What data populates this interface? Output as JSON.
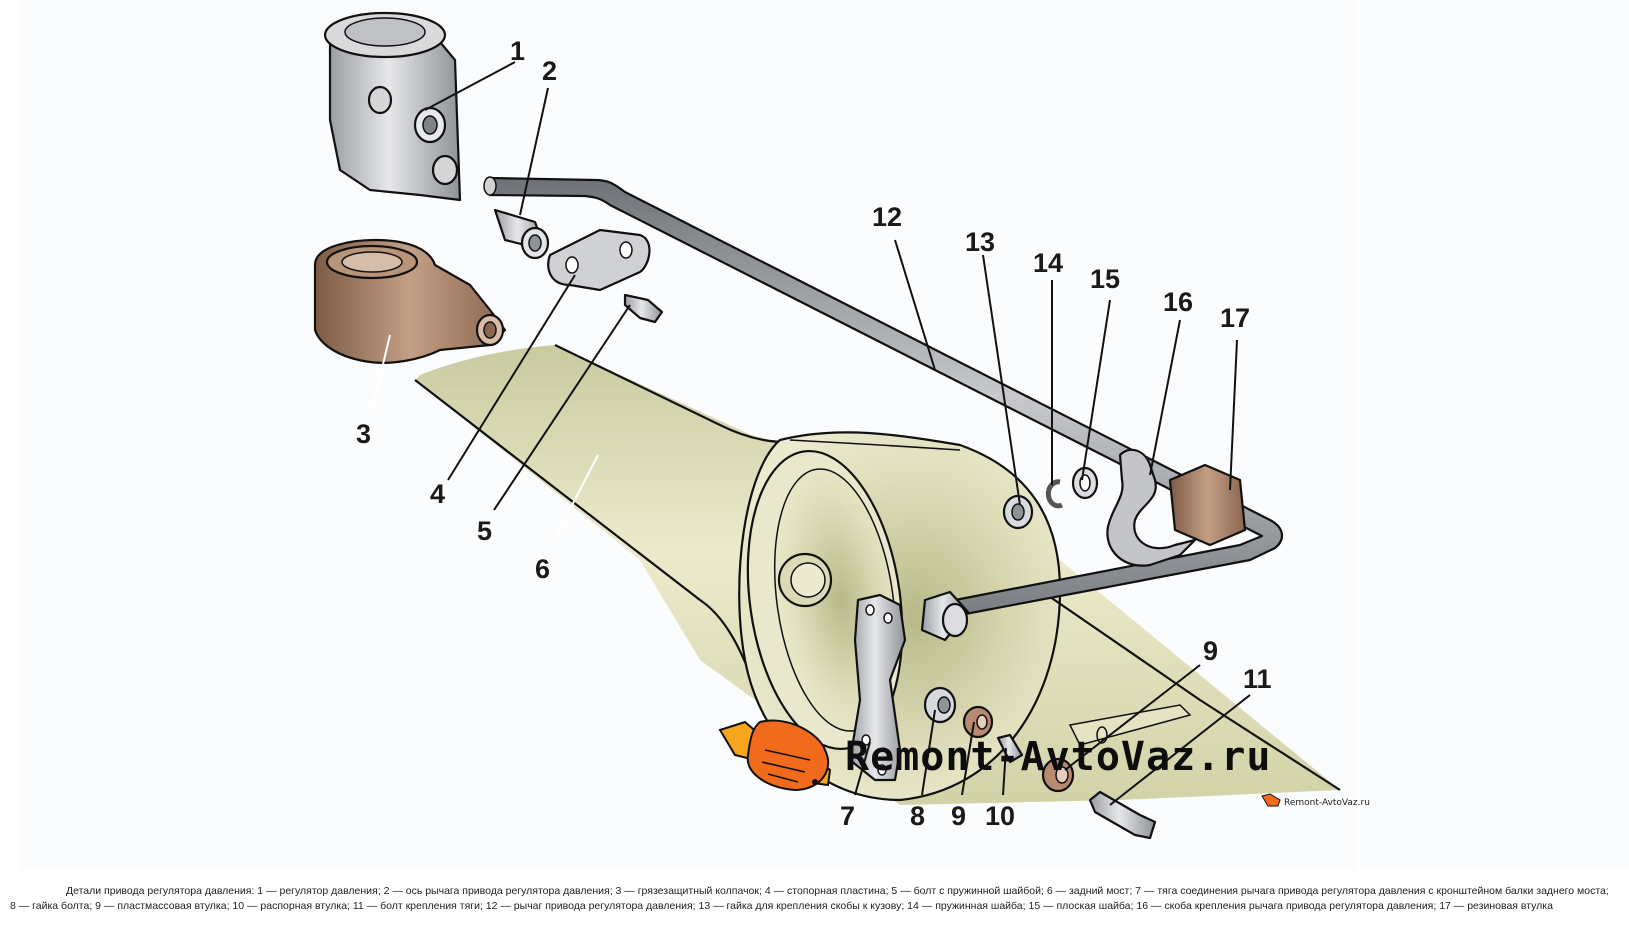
{
  "diagram": {
    "title": "Детали привода регулятора давления",
    "callouts": [
      "1",
      "2",
      "3",
      "4",
      "5",
      "6",
      "7",
      "8",
      "9",
      "10",
      "11",
      "12",
      "13",
      "14",
      "15",
      "16",
      "17"
    ],
    "second_callout_9": "9",
    "parts": [
      {
        "number": "1",
        "name": "регулятор давления"
      },
      {
        "number": "2",
        "name": "ось рычага привода регулятора давления"
      },
      {
        "number": "3",
        "name": "грязезащитный колпачок"
      },
      {
        "number": "4",
        "name": "стопорная пластина"
      },
      {
        "number": "5",
        "name": "болт с пружинной шайбой"
      },
      {
        "number": "6",
        "name": "задний мост"
      },
      {
        "number": "7",
        "name": "тяга соединения рычага привода регулятора давления с кронштейном балки заднего моста"
      },
      {
        "number": "8",
        "name": "гайка болта"
      },
      {
        "number": "9",
        "name": "пластмассовая втулка"
      },
      {
        "number": "10",
        "name": "распорная втулка"
      },
      {
        "number": "11",
        "name": "болт крепления тяги"
      },
      {
        "number": "12",
        "name": "рычаг привода регулятора давления"
      },
      {
        "number": "13",
        "name": "гайка для крепления скобы к кузову"
      },
      {
        "number": "14",
        "name": "пружинная шайба"
      },
      {
        "number": "15",
        "name": "плоская шайба"
      },
      {
        "number": "16",
        "name": "скоба крепления рычага привода регулятора давления"
      },
      {
        "number": "17",
        "name": "резиновая втулка"
      }
    ],
    "colors": {
      "axle": "#e4e3c2",
      "axle_shade": "#b9bb8c",
      "steel": "#c4c6c9",
      "steel_dark": "#8d9095",
      "rubber": "#a47a5e",
      "logo_orange": "#f26a1b",
      "logo_yellow": "#f7a51c"
    }
  },
  "watermark": {
    "large_text": "Remont-AvtoVaz.ru",
    "small_text": "Remont-AvtoVaz.ru"
  },
  "caption": {
    "text": "Детали привода регулятора давления: 1 — регулятор давления; 2 — ось рычага привода регулятора давления; 3 — грязезащитный колпачок; 4 — стопорная пластина; 5 — болт с пружинной шайбой; 6 — задний мост; 7 — тяга соединения рычага привода регулятора давления с кронштейном балки заднего моста; 8 — гайка болта; 9 — пластмассовая втулка; 10 — распорная втулка; 11 — болт крепления тяги; 12 — рычаг привода регулятора давления; 13 — гайка для крепления скобы к кузову; 14 — пружинная шайба; 15 — плоская шайба; 16 — скоба крепления рычага привода регулятора давления; 17 — резиновая втулка"
  }
}
